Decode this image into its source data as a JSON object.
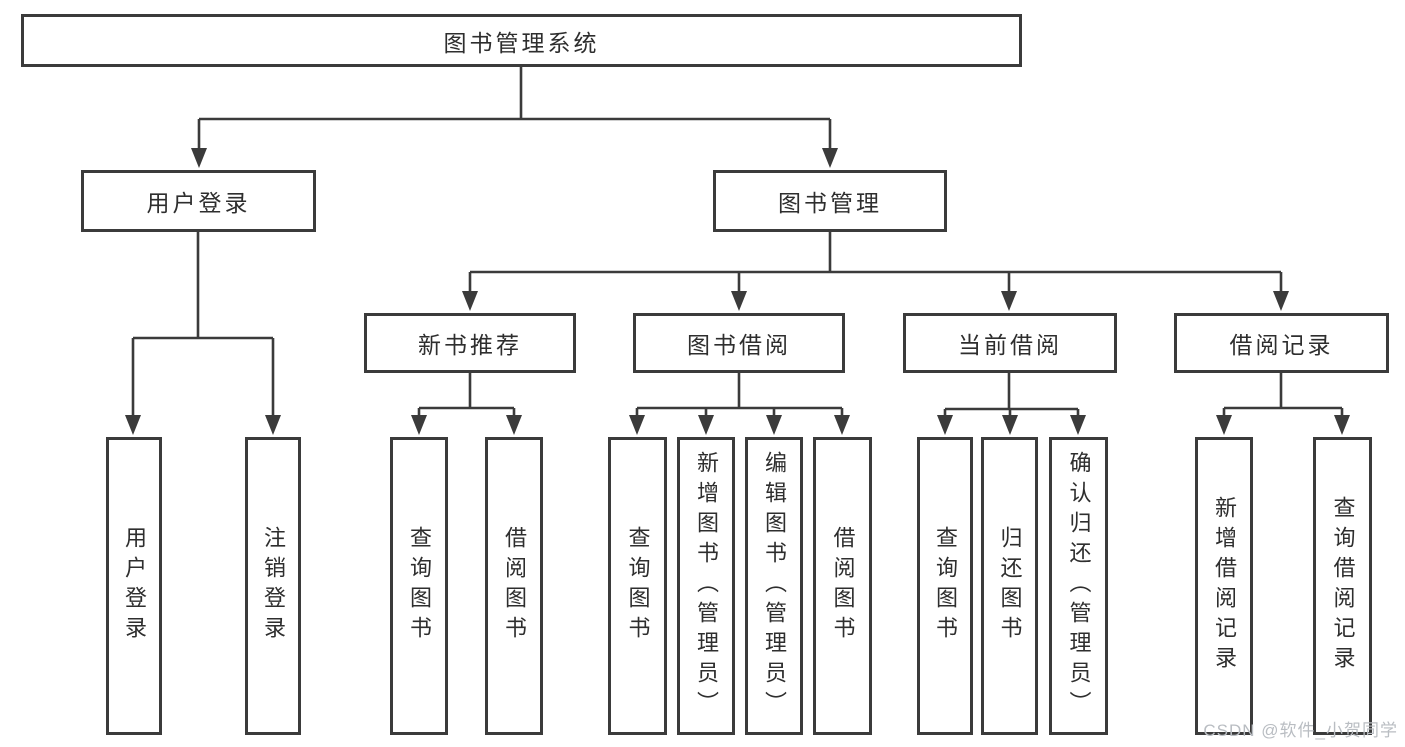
{
  "root": {
    "label": "图书管理系统"
  },
  "branches": [
    {
      "label": "用户登录"
    },
    {
      "label": "图书管理"
    }
  ],
  "groups": [
    {
      "label": "新书推荐"
    },
    {
      "label": "图书借阅"
    },
    {
      "label": "当前借阅"
    },
    {
      "label": "借阅记录"
    }
  ],
  "leaves": {
    "login": [
      {
        "label": "用户登录"
      },
      {
        "label": "注销登录"
      }
    ],
    "recommend": [
      {
        "label": "查询图书"
      },
      {
        "label": "借阅图书"
      }
    ],
    "borrow": [
      {
        "label": "查询图书"
      },
      {
        "label": "新增图书（管理员）"
      },
      {
        "label": "编辑图书（管理员）"
      },
      {
        "label": "借阅图书"
      }
    ],
    "current": [
      {
        "label": "查询图书"
      },
      {
        "label": "归还图书"
      },
      {
        "label": "确认归还（管理员）"
      }
    ],
    "records": [
      {
        "label": "新增借阅记录"
      },
      {
        "label": "查询借阅记录"
      }
    ]
  },
  "watermark": "CSDN @软件_小贺同学",
  "colors": {
    "line": "#3b3b3b",
    "text": "#2e2e2e",
    "watermark": "#b9bdc2",
    "background": "#ffffff"
  }
}
